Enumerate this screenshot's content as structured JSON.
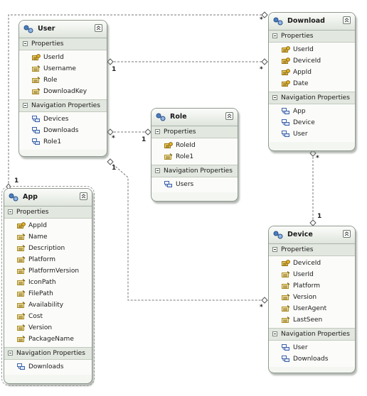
{
  "section_labels": {
    "properties": "Properties",
    "navigation": "Navigation Properties"
  },
  "colors": {
    "key_icon": "#d4a20a",
    "prop_icon": "#c9a437",
    "nav_icon": "#3b5fa8",
    "connector": "#777777",
    "header_top": "#fbfcfa",
    "header_bottom": "#dfe5dc"
  },
  "entities": {
    "user": {
      "title": "User",
      "properties": [
        {
          "name": "UserId",
          "icon": "key-property-icon"
        },
        {
          "name": "Username",
          "icon": "property-icon"
        },
        {
          "name": "Role",
          "icon": "property-icon"
        },
        {
          "name": "DownloadKey",
          "icon": "property-icon"
        }
      ],
      "navigation": [
        "Devices",
        "Downloads",
        "Role1"
      ]
    },
    "download": {
      "title": "Download",
      "properties": [
        {
          "name": "UserId",
          "icon": "key-property-icon"
        },
        {
          "name": "DeviceId",
          "icon": "key-property-icon"
        },
        {
          "name": "AppId",
          "icon": "key-property-icon"
        },
        {
          "name": "Date",
          "icon": "key-property-icon"
        }
      ],
      "navigation": [
        "App",
        "Device",
        "User"
      ]
    },
    "role": {
      "title": "Role",
      "properties": [
        {
          "name": "RoleId",
          "icon": "key-property-icon"
        },
        {
          "name": "Role1",
          "icon": "property-icon"
        }
      ],
      "navigation": [
        "Users"
      ]
    },
    "app": {
      "title": "App",
      "properties": [
        {
          "name": "AppId",
          "icon": "key-property-icon"
        },
        {
          "name": "Name",
          "icon": "property-icon"
        },
        {
          "name": "Description",
          "icon": "property-icon"
        },
        {
          "name": "Platform",
          "icon": "property-icon"
        },
        {
          "name": "PlatformVersion",
          "icon": "property-icon"
        },
        {
          "name": "IconPath",
          "icon": "property-icon"
        },
        {
          "name": "FilePath",
          "icon": "property-icon"
        },
        {
          "name": "Availability",
          "icon": "property-icon"
        },
        {
          "name": "Cost",
          "icon": "property-icon"
        },
        {
          "name": "Version",
          "icon": "property-icon"
        },
        {
          "name": "PackageName",
          "icon": "property-icon"
        }
      ],
      "navigation": [
        "Downloads"
      ]
    },
    "device": {
      "title": "Device",
      "properties": [
        {
          "name": "DeviceId",
          "icon": "key-property-icon"
        },
        {
          "name": "UserId",
          "icon": "property-icon"
        },
        {
          "name": "Platform",
          "icon": "property-icon"
        },
        {
          "name": "Version",
          "icon": "property-icon"
        },
        {
          "name": "UserAgent",
          "icon": "property-icon"
        },
        {
          "name": "LastSeen",
          "icon": "property-icon"
        }
      ],
      "navigation": [
        "User",
        "Downloads"
      ]
    }
  },
  "multiplicity": {
    "user_download_one": "1",
    "user_download_many": "*",
    "user_role_many": "*",
    "user_role_one": "1",
    "user_device_one": "1",
    "user_device_many": "*",
    "app_download_one": "1",
    "app_download_many": "*",
    "download_device_many": "*",
    "download_device_one": "1"
  }
}
